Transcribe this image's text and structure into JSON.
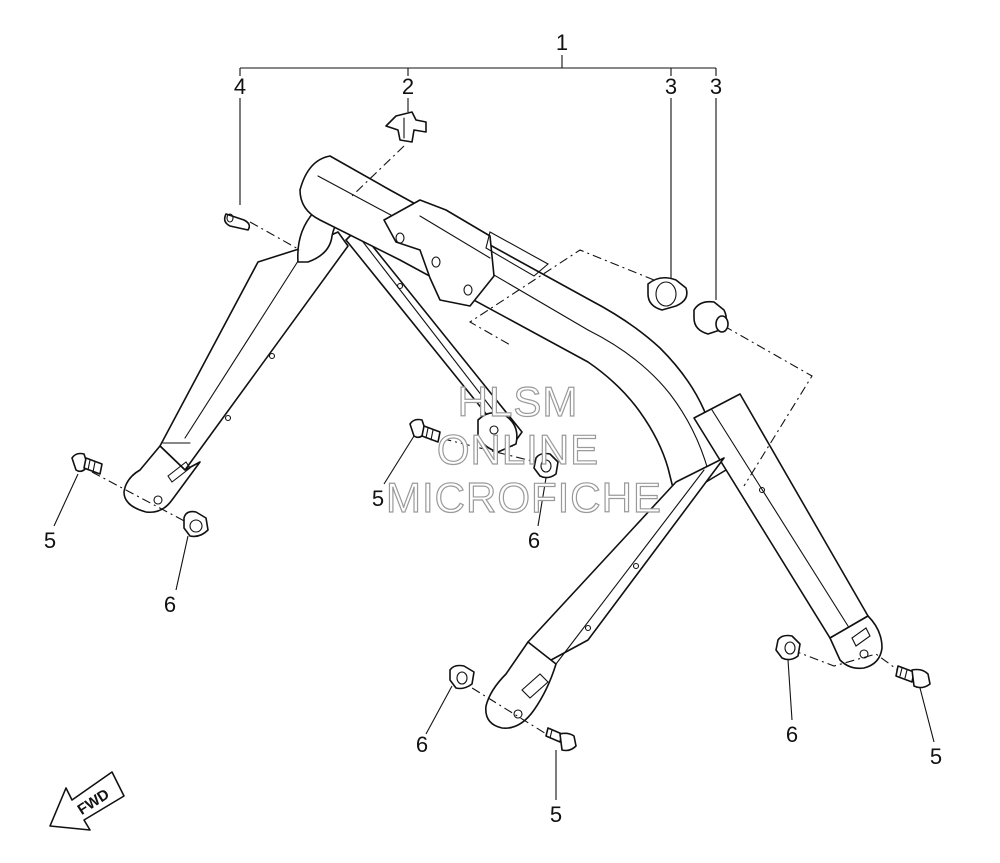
{
  "callouts": {
    "n1": "1",
    "n2": "2",
    "n3a": "3",
    "n3b": "3",
    "n4": "4",
    "n5_left": "5",
    "n5_mid": "5",
    "n5_bottom": "5",
    "n5_right": "5",
    "n6_left": "6",
    "n6_mid": "6",
    "n6_bottom": "6",
    "n6_right": "6"
  },
  "watermark": {
    "line1": "HLSM",
    "line2": "ONLINE",
    "line3": "MICROFICHE"
  },
  "fwd_label": "FWD"
}
